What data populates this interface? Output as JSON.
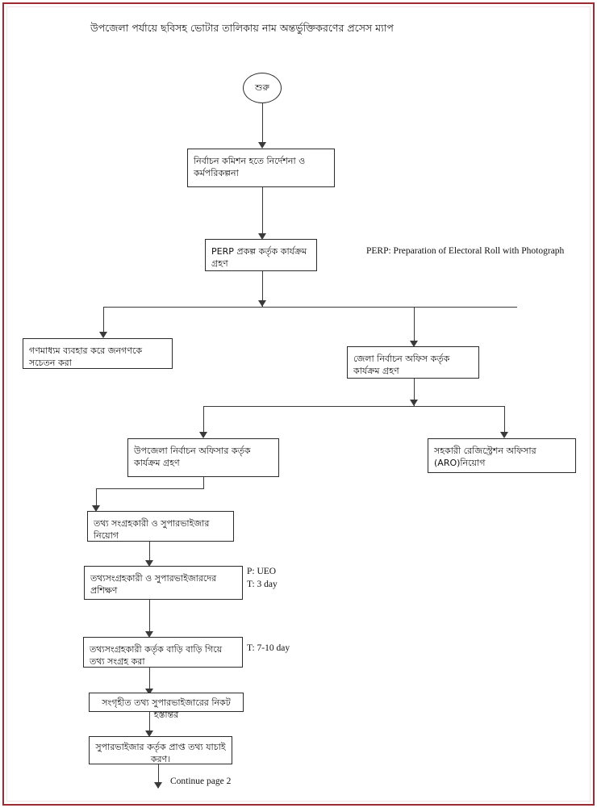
{
  "page": {
    "title": "উপজেলা পর্যায়ে ছবিসহ ভোটার তালিকায় নাম অন্তর্ভুক্তিকরণের প্রসেস ম্যাপ",
    "frame_color": "#9e2a33",
    "line_color": "#3a3a3a",
    "box_border_color": "#2b2b2b",
    "background": "#ffffff"
  },
  "flowchart": {
    "type": "process-flow-diagram",
    "start": {
      "shape": "oval",
      "label": "শুরু"
    },
    "nodes": [
      {
        "id": "n1",
        "shape": "rect",
        "label": "নির্বাচন কমিশন হতে নির্দেশনা ও কর্মপরিকল্পনা"
      },
      {
        "id": "n2",
        "shape": "rect",
        "label": "PERP প্রকল্প কর্তৃক কার্যক্রম গ্রহণ"
      },
      {
        "id": "n3",
        "shape": "rect",
        "label": "গণমাধ্যম ব্যবহার করে জনগণকে সচেতন করা"
      },
      {
        "id": "n4",
        "shape": "rect",
        "label": "জেলা নির্বাচন অফিস কর্তৃক কার্যক্রম গ্রহণ"
      },
      {
        "id": "n5",
        "shape": "rect",
        "label": "উপজেলা নির্বাচন অফিসার কর্তৃক কার্যক্রম গ্রহণ"
      },
      {
        "id": "n6",
        "shape": "rect",
        "label": "সহকারী রেজিস্ট্রেশন অফিসার (ARO)নিয়োগ"
      },
      {
        "id": "n7",
        "shape": "rect",
        "label": "তথ্য সংগ্রহকারী ও সুপারভাইজার নিয়োগ"
      },
      {
        "id": "n8",
        "shape": "rect",
        "label": "তথ্যসংগ্রহকারী ও সুপারভাইজারদের প্রশিক্ষণ"
      },
      {
        "id": "n9",
        "shape": "rect",
        "label": "তথ্যসংগ্রহকারী কর্তৃক বাড়ি বাড়ি গিয়ে তথ্য সংগ্রহ করা"
      },
      {
        "id": "n10",
        "shape": "rect",
        "label": "সংগৃহীত তথ্য সুপারভাইজারের নিকট হস্তান্তর"
      },
      {
        "id": "n11",
        "shape": "rect",
        "label": "সুপারভাইজার কর্তৃক প্রাপ্ত তথ্য যাচাই করণ।"
      }
    ],
    "annotations": [
      {
        "id": "a1",
        "text": "PERP: Preparation of Electoral Roll with Photograph"
      },
      {
        "id": "a2",
        "text": "P: UEO\nT: 3 day"
      },
      {
        "id": "a3",
        "text": "T: 7-10 day"
      },
      {
        "id": "a4",
        "text": "Continue page 2"
      }
    ],
    "edges": [
      {
        "from": "start",
        "to": "n1"
      },
      {
        "from": "n1",
        "to": "n2"
      },
      {
        "from": "n2",
        "to": "n3"
      },
      {
        "from": "n2",
        "to": "n4"
      },
      {
        "from": "n4",
        "to": "n5"
      },
      {
        "from": "n4",
        "to": "n6"
      },
      {
        "from": "n5",
        "to": "n7"
      },
      {
        "from": "n7",
        "to": "n8"
      },
      {
        "from": "n8",
        "to": "n9"
      },
      {
        "from": "n9",
        "to": "n10"
      },
      {
        "from": "n10",
        "to": "n11"
      },
      {
        "from": "n11",
        "to": "continue-page-2"
      }
    ]
  }
}
